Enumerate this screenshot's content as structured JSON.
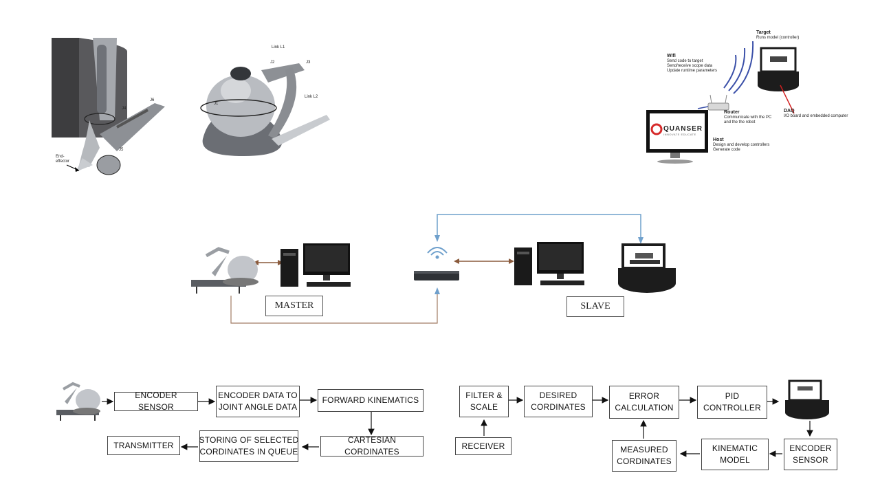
{
  "haptic_closeup": {
    "labels": {
      "j4": "J4",
      "j5": "J5",
      "j6": "J6",
      "end_effector": "End-\neffector"
    }
  },
  "haptic_device": {
    "labels": {
      "link1": "Link L1",
      "link2": "Link L2",
      "j1": "J1",
      "j2": "J2",
      "j3": "J3"
    }
  },
  "quanser_setup": {
    "target": {
      "title": "Target",
      "desc": "Runs model (controller)"
    },
    "wifi": {
      "title": "Wifi",
      "desc": "Send code to target\nSend/receive scope data\nUpdate runtime parameters"
    },
    "router": {
      "title": "Router",
      "desc": "Communicate with the PC\nand the the robot"
    },
    "daq": {
      "title": "DAQ",
      "desc": "I/O board and embedded computer"
    },
    "host": {
      "title": "Host",
      "desc": "Design and develop controllers\nGenerate code"
    },
    "logo": {
      "name": "QUANSER",
      "tagline": "INNOVATE  EDUCATE"
    }
  },
  "network": {
    "master_label": "MASTER",
    "slave_label": "SLAVE"
  },
  "flow_master": {
    "encoder_sensor": "ENCODER SENSOR",
    "encoder_to_joint": "ENCODER DATA TO\nJOINT ANGLE DATA",
    "forward_kinematics": "FORWARD KINEMATICS",
    "cartesian": "CARTESIAN CORDINATES",
    "storing": "STORING OF SELECTED\nCORDINATES IN QUEUE",
    "transmitter": "TRANSMITTER"
  },
  "flow_slave": {
    "filter_scale": "FILTER &\nSCALE",
    "desired": "DESIRED\nCORDINATES",
    "error": "ERROR\nCALCULATION",
    "pid": "PID\nCONTROLLER",
    "receiver": "RECEIVER",
    "measured": "MEASURED\nCORDINATES",
    "kinematic_model": "KINEMATIC\nMODEL",
    "encoder_sensor": "ENCODER\nSENSOR"
  },
  "colors": {
    "bidirectional_arrow": "#8a5a3c",
    "wifi_link": "#6fa0cc",
    "device_gray": "#9a9ea3",
    "robot_black": "#1c1c1c"
  }
}
